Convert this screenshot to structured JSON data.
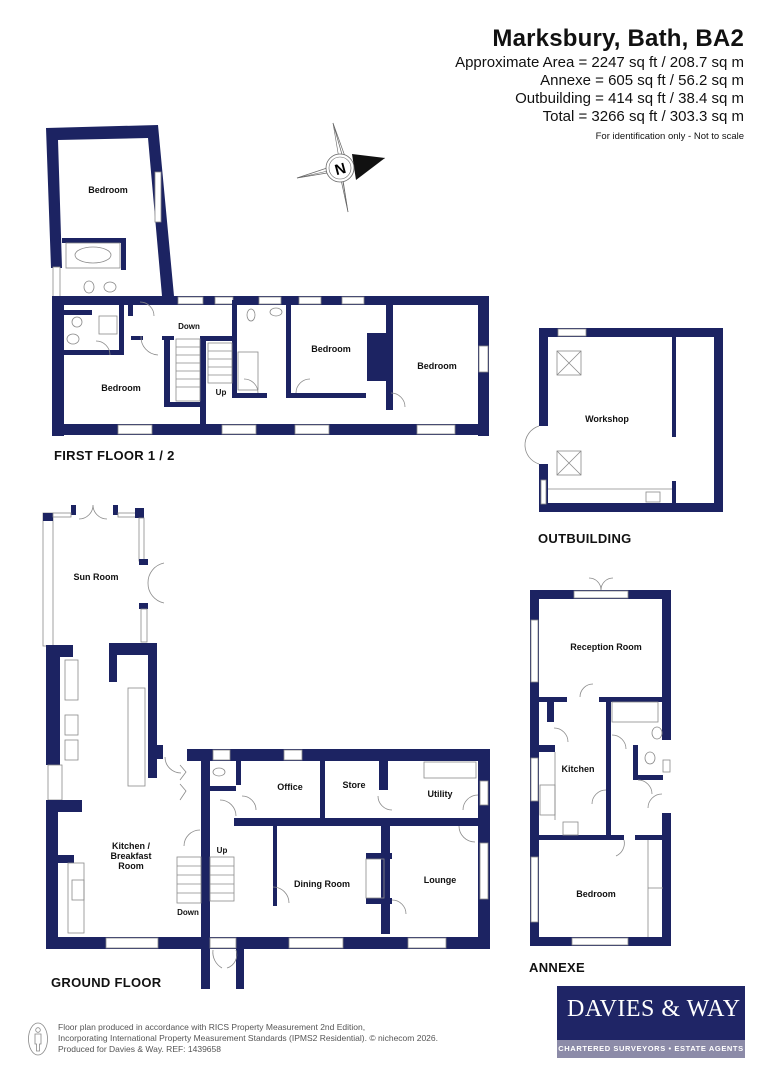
{
  "header": {
    "title": "Marksbury, Bath, BA2",
    "areas": [
      "Approximate Area = 2247 sq ft / 208.7 sq m",
      "Annexe = 605 sq ft / 56.2 sq m",
      "Outbuilding = 414 sq ft / 38.4 sq m",
      "Total = 3266 sq ft / 303.3 sq m"
    ],
    "note": "For identification only - Not to scale"
  },
  "compass": {
    "letter": "N"
  },
  "floors": {
    "first_floor": {
      "label": "FIRST FLOOR 1 / 2",
      "rooms": [
        "Bedroom",
        "Bedroom",
        "Bedroom",
        "Bedroom"
      ],
      "stairs": [
        "Down",
        "Up"
      ]
    },
    "outbuilding": {
      "label": "OUTBUILDING",
      "rooms": [
        "Workshop"
      ]
    },
    "ground_floor": {
      "label": "GROUND FLOOR",
      "rooms": [
        "Sun Room",
        "Kitchen / Breakfast Room",
        "Office",
        "Store",
        "Utility",
        "Dining Room",
        "Lounge"
      ],
      "kitchen_lines": [
        "Kitchen /",
        "Breakfast",
        "Room"
      ],
      "stairs": [
        "Up",
        "Down"
      ]
    },
    "annexe": {
      "label": "ANNEXE",
      "rooms": [
        "Reception Room",
        "Kitchen",
        "Bedroom"
      ]
    }
  },
  "footer": {
    "lines": [
      "Floor plan produced in accordance with RICS Property Measurement 2nd Edition,",
      "Incorporating International Property Measurement Standards (IPMS2 Residential).   © nichecom 2026.",
      "Produced for Davies & Way.   REF:  1439658"
    ]
  },
  "logo": {
    "brand": "DAVIES & WAY",
    "tagline": "CHARTERED SURVEYORS • ESTATE AGENTS",
    "colors": {
      "primary": "#1f2566",
      "secondary": "#8c8ba8"
    }
  },
  "colors": {
    "wall": "#1c2362"
  }
}
